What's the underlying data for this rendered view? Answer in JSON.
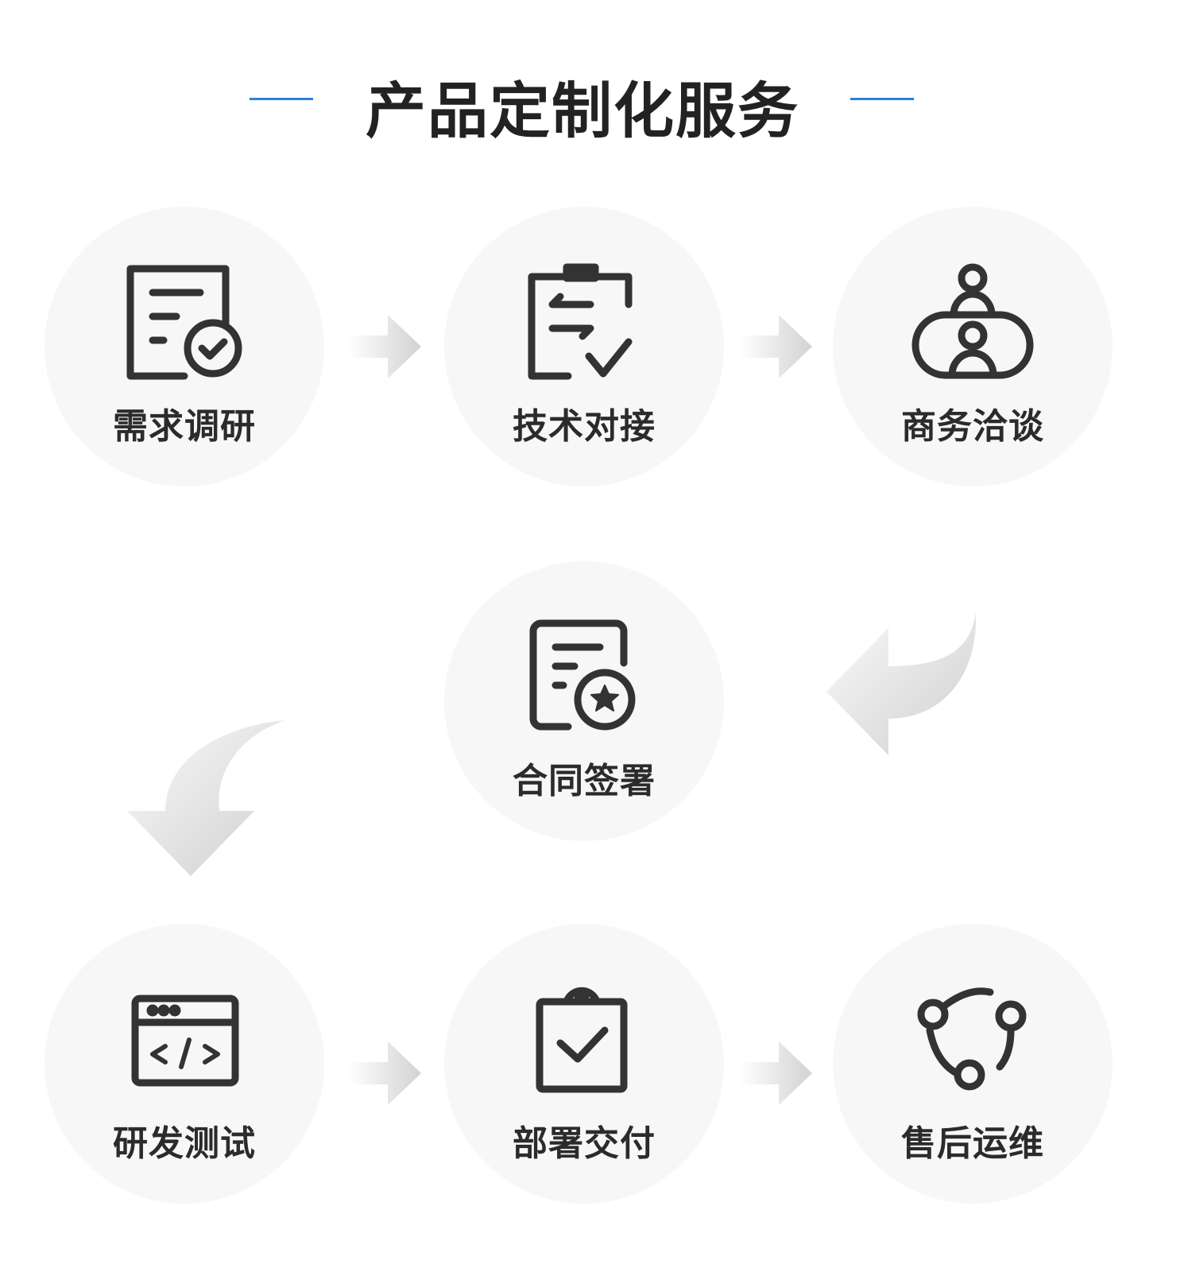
{
  "title": "产品定制化服务",
  "accent": "#2f7fd9",
  "steps": [
    {
      "label": "需求调研",
      "icon": "document-check-icon"
    },
    {
      "label": "技术对接",
      "icon": "clipboard-exchange-icon"
    },
    {
      "label": "商务洽谈",
      "icon": "meeting-people-icon"
    },
    {
      "label": "合同签署",
      "icon": "contract-star-icon"
    },
    {
      "label": "研发测试",
      "icon": "code-window-icon"
    },
    {
      "label": "部署交付",
      "icon": "clipboard-check-icon"
    },
    {
      "label": "售后运维",
      "icon": "share-nodes-icon"
    }
  ]
}
